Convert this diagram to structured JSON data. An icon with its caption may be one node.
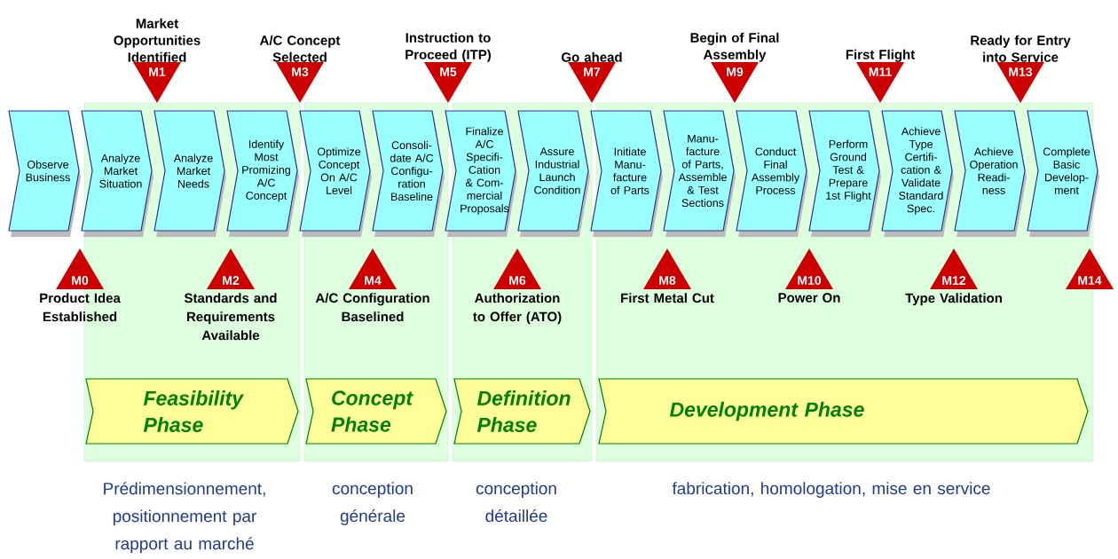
{
  "diagram": {
    "nodes": [
      {
        "text": [
          "Observe Business"
        ]
      },
      {
        "text": [
          "Analyze Market Situation"
        ]
      },
      {
        "text": [
          "Analyze Market Needs"
        ]
      },
      {
        "text": [
          "Identify Most Promizing A/C Concept"
        ]
      },
      {
        "text": [
          "Optimize Concept On A/C Level"
        ]
      },
      {
        "text": [
          "Consoli- date A/C Configu- ration Baseline"
        ]
      },
      {
        "text": [
          "Finalize A/C Specifi- Cation & Com- mercial Proposals"
        ]
      },
      {
        "text": [
          "Assure Industrial Launch Condition"
        ]
      },
      {
        "text": [
          "Initiate Manu- facture of Parts"
        ]
      },
      {
        "text": [
          "Manu- facture of Parts, Assemble & Test Sections"
        ]
      },
      {
        "text": [
          "Conduct Final Assembly Process"
        ]
      },
      {
        "text": [
          "Perform Ground Test & Prepare 1st Flight"
        ]
      },
      {
        "text": [
          "Achieve Type Certifi- cation & Validate Standard Spec."
        ]
      },
      {
        "text": [
          "Achieve Operation Readi- ness"
        ]
      },
      {
        "text": [
          "Complete Basic Develop- ment"
        ]
      },
      {
        "text": [
          "M0"
        ],
        "beside": [
          "Product Idea Established"
        ]
      },
      {
        "text": [
          "M1"
        ],
        "beside": [
          "Market Opportunities Identified"
        ]
      },
      {
        "text": [
          "M2"
        ],
        "beside": [
          "Standards and Requirements Available"
        ]
      },
      {
        "text": [
          "M3"
        ],
        "beside": [
          "A/C Concept Selected"
        ]
      },
      {
        "text": [
          "M4"
        ],
        "beside": [
          "A/C Configuration Baselined"
        ]
      },
      {
        "text": [
          "M5"
        ],
        "beside": [
          "Instruction to Proceed (ITP)"
        ]
      },
      {
        "text": [
          "M6"
        ],
        "beside": [
          "Authorization to Offer (ATO)"
        ]
      },
      {
        "text": [
          "M7"
        ],
        "beside": [
          "Go ahead"
        ]
      },
      {
        "text": [
          "M8"
        ],
        "beside": [
          "First Metal Cut"
        ]
      },
      {
        "text": [
          "M9"
        ],
        "beside": [
          "Begin of Final Assembly"
        ]
      },
      {
        "text": [
          "M10"
        ],
        "beside": [
          "Power On"
        ]
      },
      {
        "text": [
          "M11"
        ],
        "beside": [
          "First Flight"
        ]
      },
      {
        "text": [
          "M12"
        ],
        "beside": [
          "Type Validation"
        ]
      },
      {
        "text": [
          "M13"
        ],
        "beside": [
          "Ready for Entry into Service"
        ]
      },
      {
        "text": [
          "M14"
        ]
      },
      {
        "text": [
          "Feasibility Phase"
        ],
        "beside": [
          "Prédimensionnement, positionnement par rapport au marché"
        ]
      },
      {
        "text": [
          "Concept Phase"
        ],
        "beside": [
          "conception générale"
        ]
      },
      {
        "text": [
          "Definition Phase"
        ],
        "beside": [
          "conception détaillée"
        ]
      },
      {
        "text": [
          "Development Phase"
        ],
        "beside": [
          "fabrication, homologation, mise en service"
        ]
      }
    ]
  }
}
